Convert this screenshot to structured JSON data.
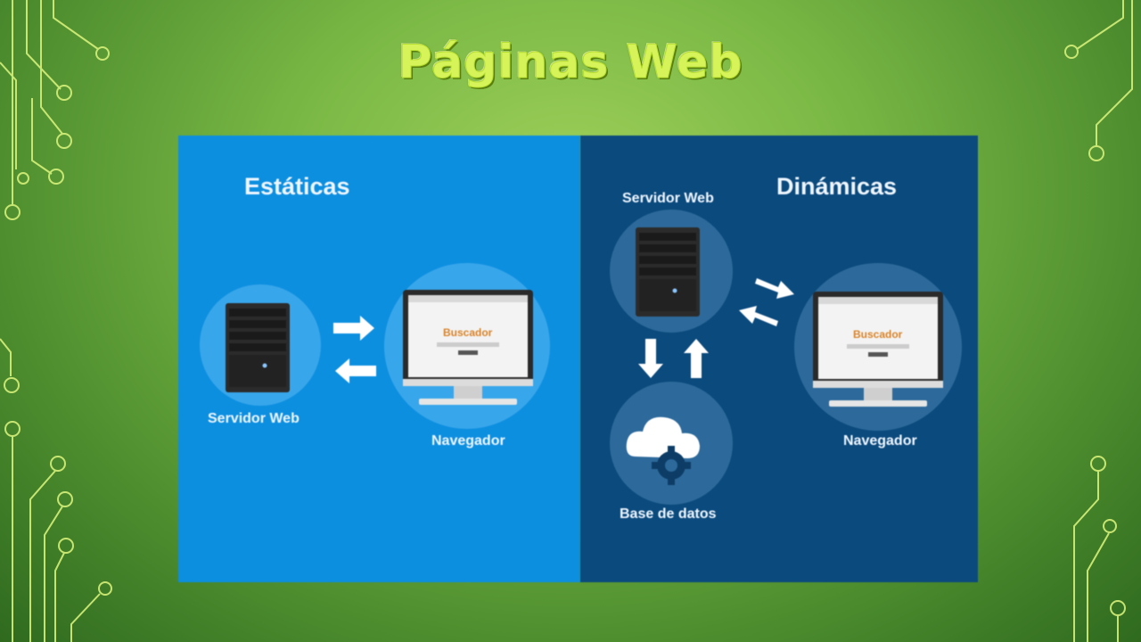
{
  "slide": {
    "title": "Páginas Web"
  },
  "static_panel": {
    "heading": "Estáticas",
    "server_label": "Servidor Web",
    "browser_label": "Navegador",
    "browser_screen_text": "Buscador",
    "colors": {
      "background": "#0d8fe0",
      "circle": "#38a6ea"
    }
  },
  "dynamic_panel": {
    "heading": "Dinámicas",
    "server_label": "Servidor Web",
    "database_label": "Base de datos",
    "browser_label": "Navegador",
    "browser_screen_text": "Buscador",
    "colors": {
      "background": "#0b4a7d",
      "circle": "#2d6a9b"
    }
  },
  "icons": [
    "server-icon",
    "monitor-icon",
    "cloud-gear-icon",
    "arrow-icon"
  ]
}
